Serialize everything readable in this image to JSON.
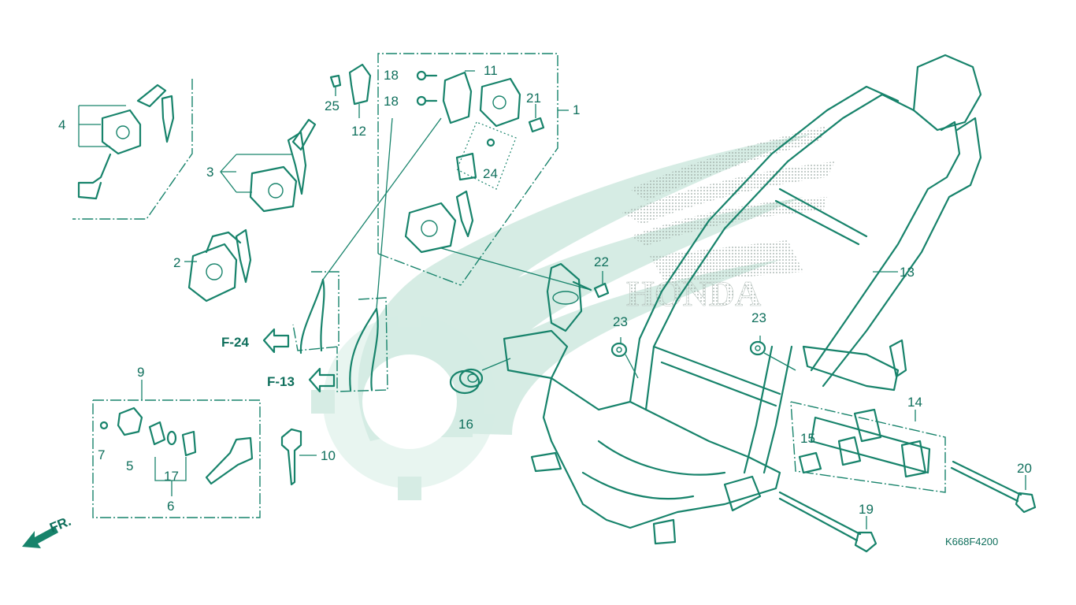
{
  "diagram_code": "K668F4200",
  "watermark_brand": "HONDA",
  "direction_label": "FR.",
  "references": [
    {
      "id": "ref-f24",
      "label": "F-24"
    },
    {
      "id": "ref-f13",
      "label": "F-13"
    }
  ],
  "callouts": [
    {
      "id": "c1",
      "label": "1"
    },
    {
      "id": "c2",
      "label": "2"
    },
    {
      "id": "c3",
      "label": "3"
    },
    {
      "id": "c4",
      "label": "4"
    },
    {
      "id": "c5",
      "label": "5"
    },
    {
      "id": "c6",
      "label": "6"
    },
    {
      "id": "c7",
      "label": "7"
    },
    {
      "id": "c9",
      "label": "9"
    },
    {
      "id": "c10",
      "label": "10"
    },
    {
      "id": "c11",
      "label": "11"
    },
    {
      "id": "c12",
      "label": "12"
    },
    {
      "id": "c13",
      "label": "13"
    },
    {
      "id": "c14",
      "label": "14"
    },
    {
      "id": "c15",
      "label": "15"
    },
    {
      "id": "c16",
      "label": "16"
    },
    {
      "id": "c17",
      "label": "17"
    },
    {
      "id": "c18a",
      "label": "18"
    },
    {
      "id": "c18b",
      "label": "18"
    },
    {
      "id": "c19",
      "label": "19"
    },
    {
      "id": "c20",
      "label": "20"
    },
    {
      "id": "c21",
      "label": "21"
    },
    {
      "id": "c22",
      "label": "22"
    },
    {
      "id": "c23a",
      "label": "23"
    },
    {
      "id": "c23b",
      "label": "23"
    },
    {
      "id": "c24",
      "label": "24"
    },
    {
      "id": "c25",
      "label": "25"
    }
  ]
}
